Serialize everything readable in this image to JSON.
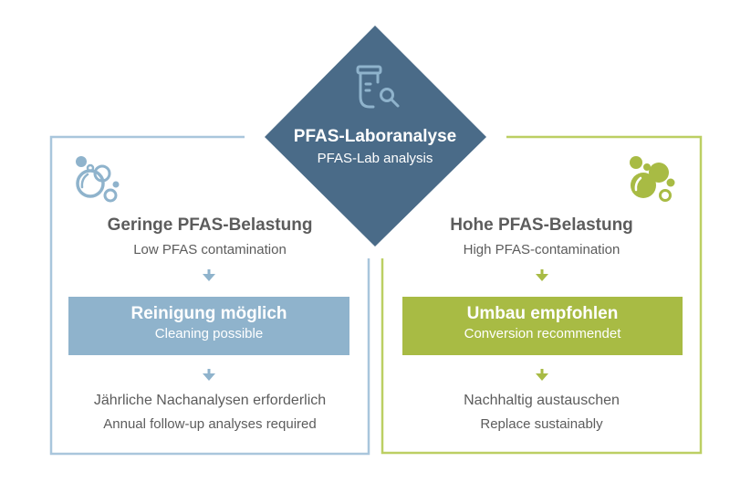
{
  "center": {
    "icon": "lab-sample-search-icon",
    "title": "PFAS-Laboranalyse",
    "subtitle": "PFAS-Lab analysis",
    "color": "#4a6b88"
  },
  "left": {
    "icon": "bubbles-outline-icon",
    "color": "#8fb3cc",
    "title": "Geringe PFAS-Belastung",
    "subtitle": "Low PFAS contamination",
    "action_title": "Reinigung möglich",
    "action_subtitle": "Cleaning possible",
    "result_title": "Jährliche Nachanalysen erforderlich",
    "result_subtitle": "Annual follow-up analyses required"
  },
  "right": {
    "icon": "bubbles-filled-icon",
    "color": "#a8bb44",
    "title": "Hohe PFAS-Belastung",
    "subtitle": "High PFAS-contamination",
    "action_title": "Umbau empfohlen",
    "action_subtitle": "Conversion recommendet",
    "result_title": "Nachhaltig austauschen",
    "result_subtitle": "Replace sustainably"
  },
  "text_color": "#5c5c5c"
}
